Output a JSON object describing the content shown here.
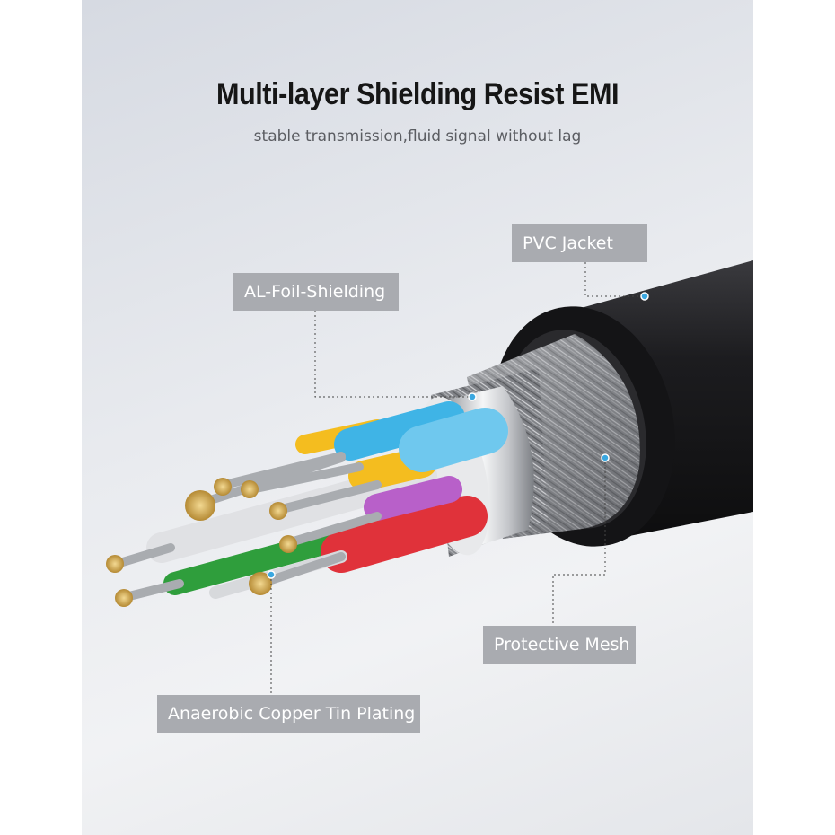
{
  "header": {
    "title": "Multi-layer Shielding Resist EMI",
    "subtitle": "stable transmission,fluid signal without lag"
  },
  "callouts": {
    "pvc_jacket": "PVC Jacket",
    "al_foil": "AL-Foil-Shielding",
    "protective_mesh": "Protective Mesh",
    "copper_plating": "Anaerobic Copper Tin Plating"
  },
  "colors": {
    "label_bg": "#a9abb0",
    "jacket": "#1b1b1d",
    "foil": "#cfd2d6",
    "wire_blue": "#3fb4e6",
    "wire_yellow": "#f4bd1f",
    "wire_purple": "#b860c9",
    "wire_red": "#e0323a",
    "wire_green": "#2f9e3c",
    "wire_white": "#e3e4e6",
    "copper": "#d8b45e",
    "marker_dot": "#3aa7e0"
  }
}
